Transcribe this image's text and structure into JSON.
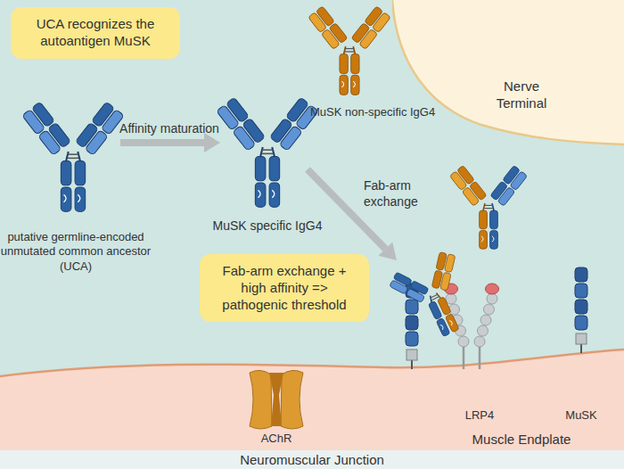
{
  "diagram": {
    "nodes": [
      {
        "text": [
          "UCA recognizes the autoantigen MuSK"
        ]
      },
      {
        "text": [
          "Nerve Terminal"
        ]
      },
      {
        "text": [
          "Fab-arm exchange + high affinity => pathogenic threshold"
        ]
      },
      {
        "text": [
          "Muscle Endplate"
        ]
      }
    ],
    "labels": [
      "putative germline-encoded unmutated common ancestor (UCA)",
      "Affinity maturation",
      "MuSK specific IgG4",
      "MuSK non-specific IgG4",
      "Fab-arm exchange",
      "AChR",
      "LRP4",
      "MuSK",
      "Neuromuscular Junction"
    ]
  }
}
